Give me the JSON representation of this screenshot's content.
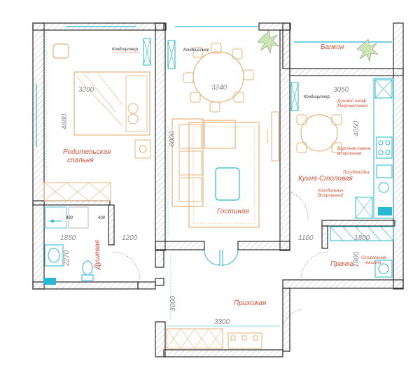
{
  "rooms": {
    "bedroom": "Родительская спальня",
    "bedroom_l1": "Родительская",
    "bedroom_l2": "спальня",
    "living": "Гостиная",
    "balcony": "Балкон",
    "kitchen": "Кухня-Столовая",
    "shower": "Душевая",
    "laundry": "Прачка",
    "hall": "Прихожая"
  },
  "notes": {
    "ac1": "Кондиционер",
    "ac2": "Кондиционер",
    "ac3": "Кондиционер",
    "oven_l1": "Духовой шкаф",
    "oven_l2": "Микроволновка",
    "hob_l1": "Варочная панель",
    "hob_l2": "встроенная",
    "dishwasher": "Посудомойка",
    "fridge_l1": "Холодильник",
    "fridge_l2": "Встроенный",
    "washer_l1": "Стиральная",
    "washer_l2": "машина"
  },
  "dimensions": {
    "d3200": "3200",
    "d4880": "4880",
    "d3240": "3240",
    "d6000": "6000",
    "d3050": "3050",
    "d4050": "4050",
    "d1850": "1850",
    "d1200": "1200",
    "d2270": "2270",
    "d1100": "1100",
    "d1800a": "1800",
    "d1800b": "1800",
    "d3000": "3000",
    "d3300": "3300",
    "d490": "490",
    "d400": "400"
  },
  "colors": {
    "wall": "#2b2b2b",
    "hatch": "#c9c9c9",
    "furniture": "#e8b27a",
    "fixture": "#29b7d3",
    "label": "#d5543a",
    "dim": "#8a8a8a"
  }
}
